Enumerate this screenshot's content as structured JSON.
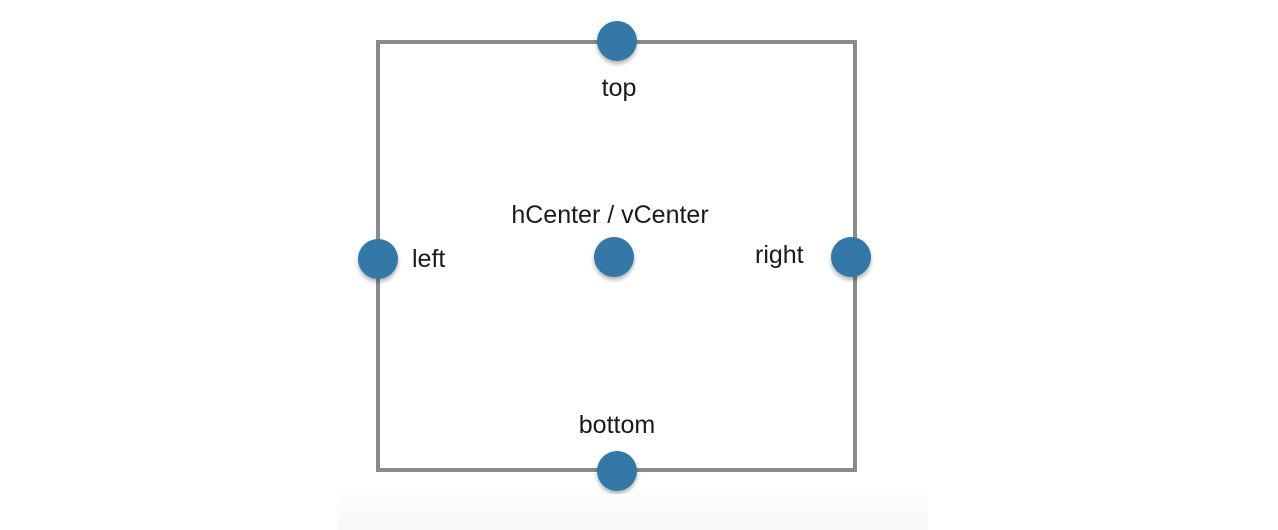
{
  "diagram": {
    "anchors": [
      {
        "id": "top",
        "label": "top"
      },
      {
        "id": "left",
        "label": "left"
      },
      {
        "id": "hcenter-vcenter",
        "label": "hCenter / vCenter"
      },
      {
        "id": "right",
        "label": "right"
      },
      {
        "id": "bottom",
        "label": "bottom"
      }
    ],
    "colors": {
      "dot": "#3478a8",
      "border": "#898a8d",
      "text": "#1a1a1a",
      "background": "#ffffff"
    }
  }
}
